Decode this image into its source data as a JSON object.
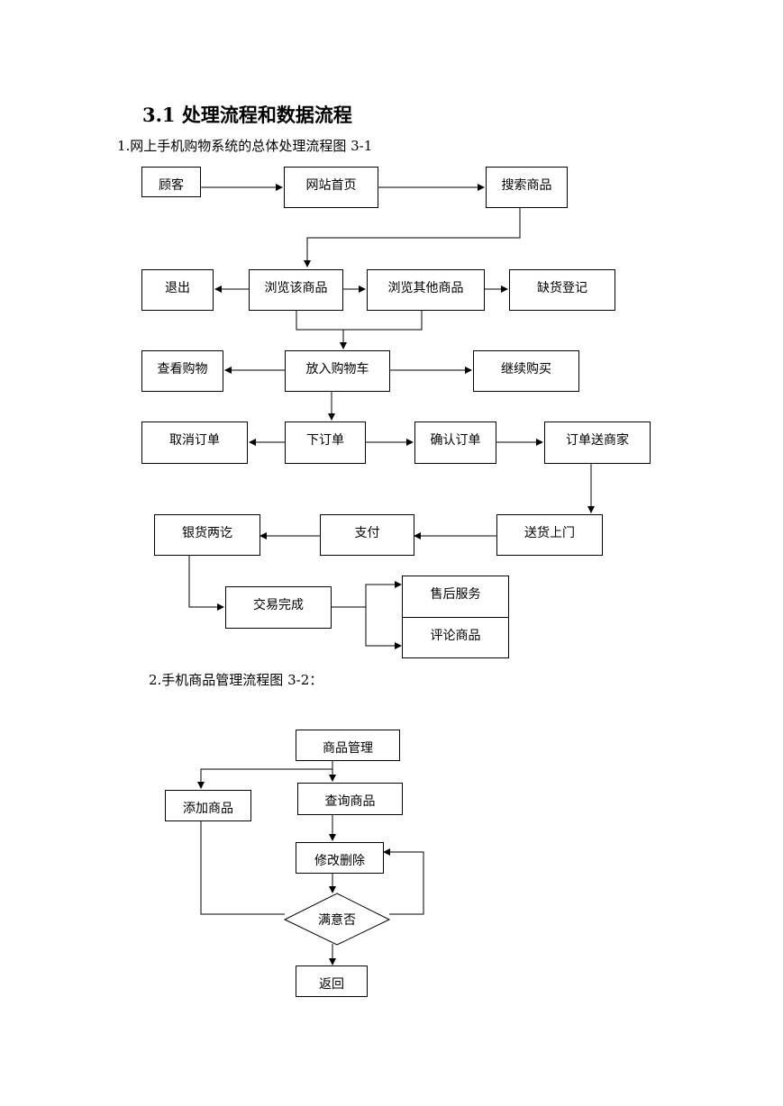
{
  "section_title": "3.1 处理流程和数据流程",
  "fig1_caption": "1.网上手机购物系统的总体处理流程图 3-1",
  "fig2_caption": "2.手机商品管理流程图 3-2：",
  "fig1": {
    "customer": "顾客",
    "homepage": "网站首页",
    "search": "搜索商品",
    "exit": "退出",
    "browse_this": "浏览该商品",
    "browse_other": "浏览其他商品",
    "out_of_stock": "缺货登记",
    "view_cart": "查看购物",
    "add_cart": "放入购物车",
    "continue_shop": "继续购买",
    "cancel_order": "取消订单",
    "place_order": "下订单",
    "confirm_order": "确认订单",
    "send_to_merchant": "订单送商家",
    "settled": "银货两讫",
    "pay": "支付",
    "deliver": "送货上门",
    "deal_done": "交易完成",
    "after_sales": "售后服务",
    "review": "评论商品"
  },
  "fig2": {
    "manage": "商品管理",
    "add": "添加商品",
    "query": "查询商品",
    "modify_delete": "修改删除",
    "satisfied": "满意否",
    "back": "返回"
  }
}
